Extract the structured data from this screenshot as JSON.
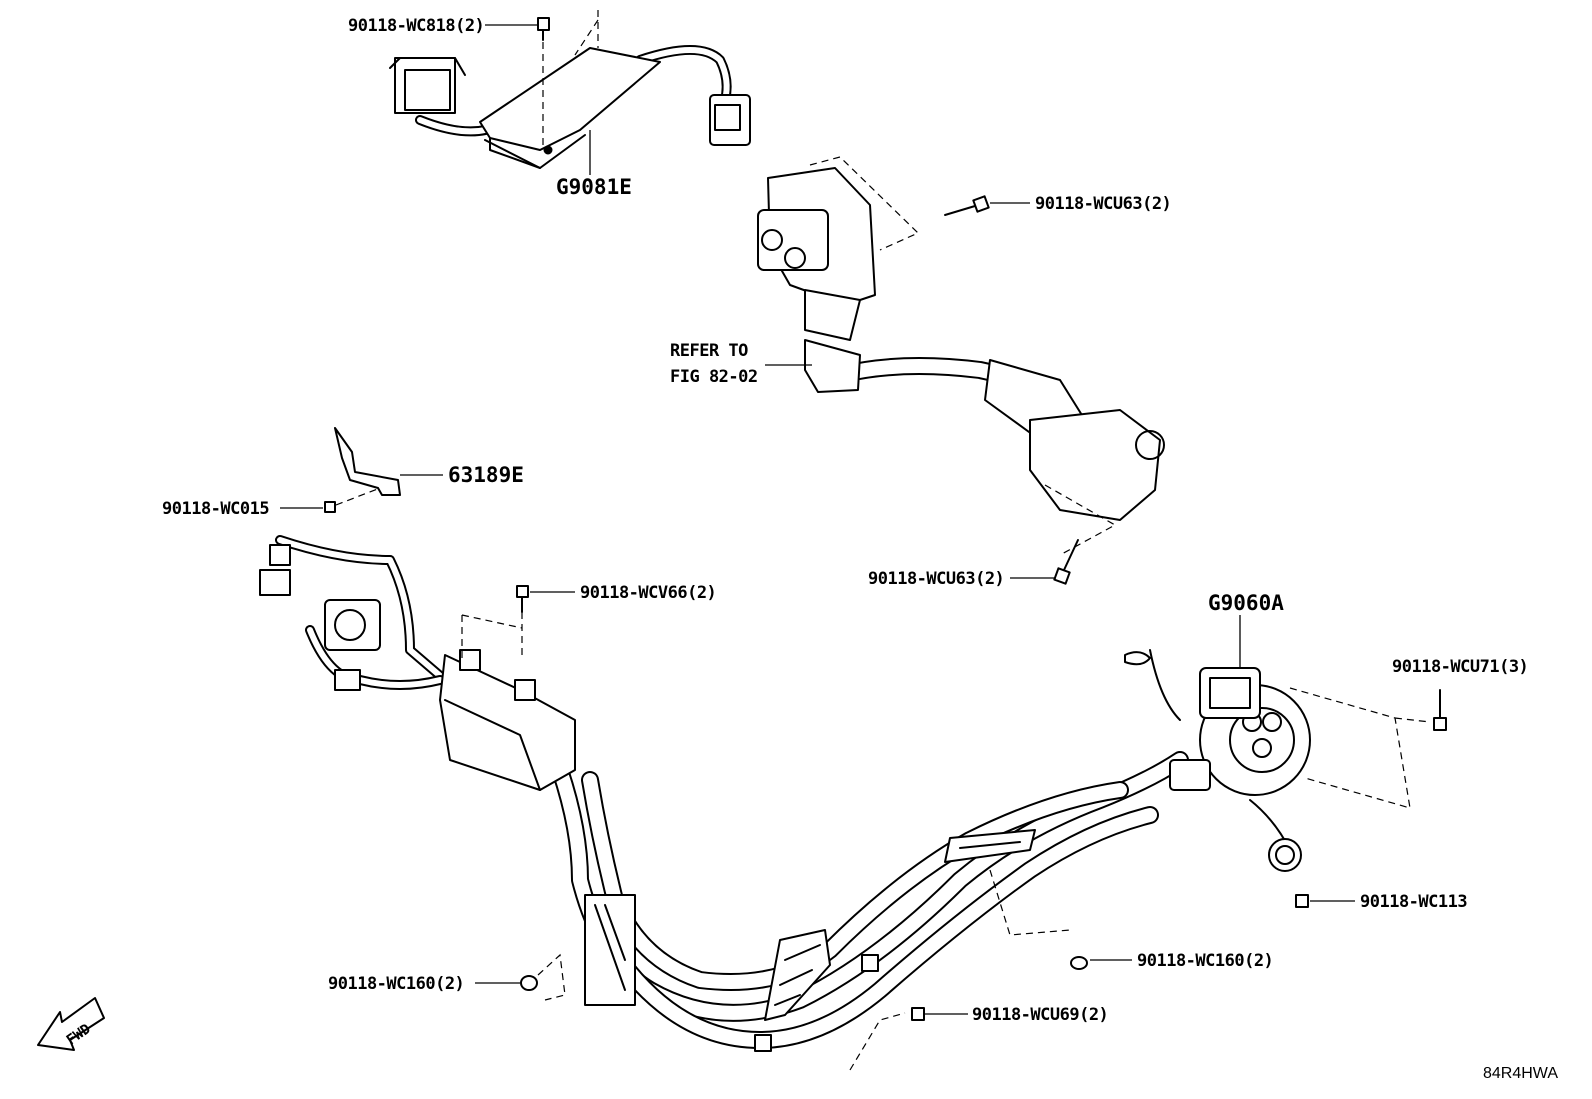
{
  "labels": {
    "bolt_top": "90118-WC818(2)",
    "part_g9081e": "G9081E",
    "bolt_wcu63_top": "90118-WCU63(2)",
    "refer_line1": "REFER TO",
    "refer_line2": "FIG 82-02",
    "part_63189e": "63189E",
    "bolt_wc015": "90118-WC015",
    "bolt_wcu63_bottom": "90118-WCU63(2)",
    "bolt_wcv66": "90118-WCV66(2)",
    "part_g9060a": "G9060A",
    "bolt_wcu71": "90118-WCU71(3)",
    "bolt_wc113": "90118-WC113",
    "bolt_wc160_left": "90118-WC160(2)",
    "bolt_wc160_right": "90118-WC160(2)",
    "bolt_wcu69": "90118-WCU69(2)",
    "fwd": "FWD",
    "diagram_code": "84R4HWA"
  }
}
